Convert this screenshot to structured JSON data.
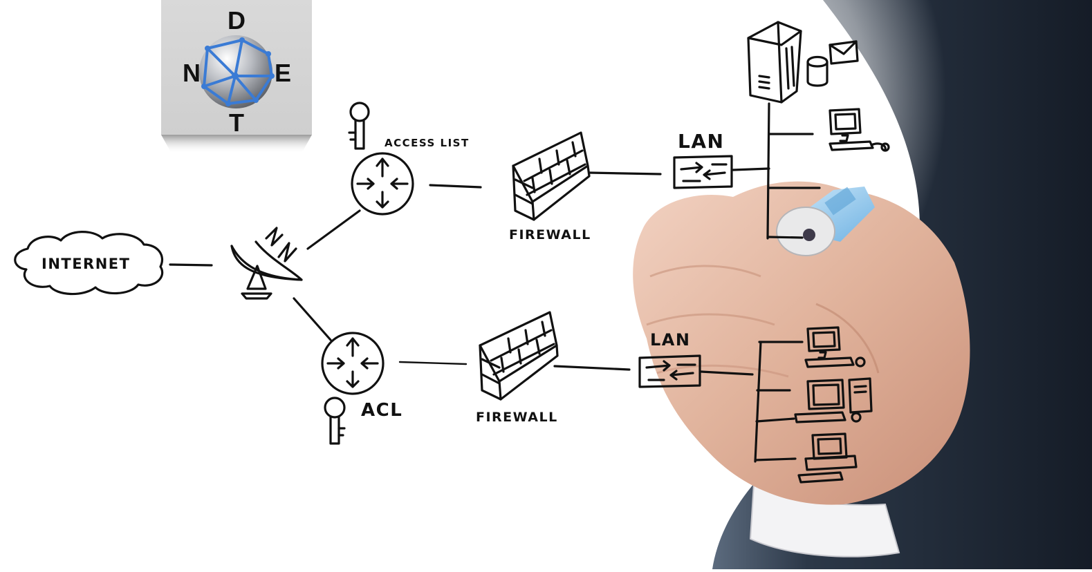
{
  "logo": {
    "letters": {
      "top": "D",
      "left": "N",
      "right": "E",
      "bottom": "T"
    }
  },
  "diagram": {
    "internet": "INTERNET",
    "access_list": "ACCESS LIST",
    "acl": "ACL",
    "firewall_top": "FIREWALL",
    "firewall_bottom": "FIREWALL",
    "lan_top": "LAN",
    "lan_bottom": "LAN"
  },
  "colors": {
    "ink": "#111111",
    "logo_bg": "#d4d4d4",
    "globe_lines": "#3a7bd5",
    "suit": "#1f2a3a",
    "skin": "#e3b9a4",
    "marker_cap": "#8fc7ee"
  }
}
